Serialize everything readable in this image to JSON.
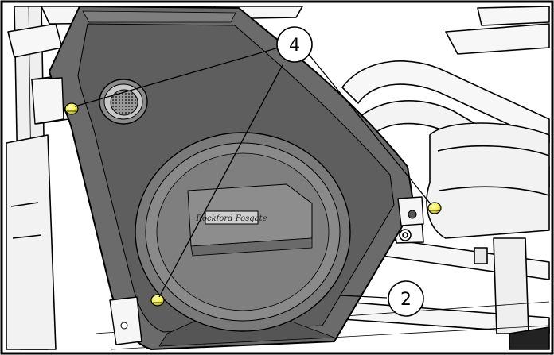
{
  "figure": {
    "brand_label": "Rockford Fosgate",
    "callouts": [
      {
        "id": "fasteners",
        "label": "4",
        "part": "fastener"
      },
      {
        "id": "panel",
        "label": "2",
        "part": "speaker-enclosure-panel"
      }
    ],
    "colors": {
      "panel": "#6b6b6b",
      "panel_dark": "#4e4e4e",
      "panel_light": "#8a8a8a",
      "fastener": "#f2ee4a",
      "frame": "#f4f4f4",
      "outline": "#000000",
      "border": "#000000"
    },
    "icons": [
      "speaker-grille-icon",
      "fastener-icon"
    ]
  }
}
